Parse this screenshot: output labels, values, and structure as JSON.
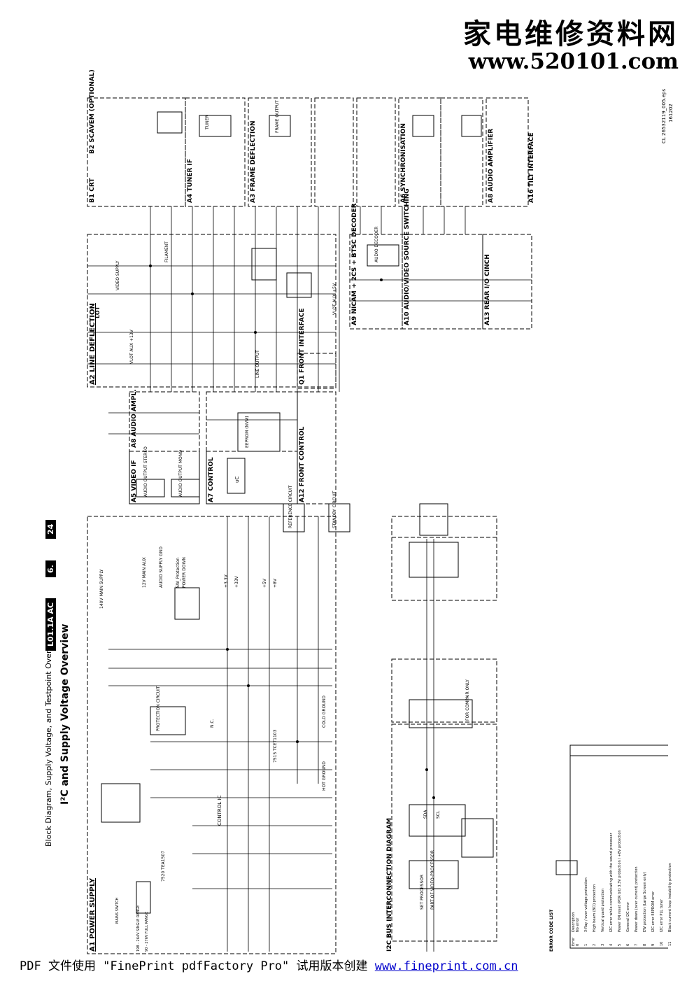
{
  "watermark": {
    "chinese": "家电维修资料网",
    "url": "www.520101.com"
  },
  "page": {
    "header_title": "Block Diagram, Supply Voltage, and Testpoint Overview",
    "chassis": "L01.1A AC",
    "section": "6.",
    "page_no": "24",
    "main_title": "I²C and Supply Voltage Overview",
    "doc_ref": "CL 26532119_005.eps",
    "doc_date": "161202"
  },
  "blocks": {
    "a1": "A1 POWER SUPPLY",
    "a2": "A2 LINE DEFLECTION",
    "a3": "A3 FRAME DEFLECTION",
    "a4": "A4 TUNER IF",
    "a5": "A5 VIDEO IF",
    "a6": "A6 SYNCHRONISATION",
    "a7": "A7 CONTROL",
    "a8": "A8 AUDIO AMPLIFIER",
    "a8b": "A8 AUDIO AMPL.",
    "a9": "A9 NICAM + 2CS + BTSC DECODER",
    "a10": "A10 AUDIO/VIDEO SOURCE SWITCHING",
    "a12": "A12 FRONT CONTROL",
    "a13": "A13 REAR I/O CINCH",
    "a16": "A16 TILT INTERFACE",
    "b1": "B1 CRT",
    "b2": "B2 SCAVEM (OPTIONAL)",
    "q1": "Q1 FRONT INTERFACE",
    "i2c": "I2C BUS INTERCONNECTION DIAGRAM"
  },
  "labels": {
    "main_supply": "140V MAIN SUPPLY",
    "main_aux": "12V MAIN AUX",
    "audio_supply": "AUDIO SUPPLY GND",
    "sw_protection": "SW_Protection",
    "power_down": "POWER DOWN",
    "protection_circuit": "PROTECTION CIRCUIT",
    "reference_circuit": "REFERENCE CIRCUIT",
    "standby_circuit": "STANDBY CIRCUIT",
    "control_ic": "CONTROL IC",
    "hot_ground": "HOT GROUND",
    "cold_ground": "COLD GROUND",
    "mains_switch": "MAINS SWITCH",
    "single_range": "198 - 264V SINGLE RANGE",
    "full_range": "90 - 276V FULL RANGE",
    "line_output": "LINE OUTPUT",
    "lot": "LOT",
    "video_supply": "VIDEO SUPPLY",
    "filament": "FILAMENT",
    "tuner": "TUNER",
    "frame_output": "FRAME OUTPUT",
    "audio_decoder": "AUDIO DECODER",
    "audio_output_stereo": "AUDIO OUTPUT STEREO",
    "audio_output_mono": "AUDIO OUTPUT MONO",
    "eeprom": "EEPROM (NVM)",
    "uc": "uC",
    "sda": "SDA",
    "scl": "SCL",
    "set_processor": "SET PROCESSOR",
    "video_processor": "PART OF VIDEO-PROCESSOR",
    "for_compair": "FOR COMPAIR ONLY",
    "plus5v": "+5V",
    "plus8v": "+8V",
    "plus3v3": "+3.3V",
    "plus33v": "+33V",
    "vlot_aux": "VLOT AUX +5V",
    "vlot_aux13": "VLOT AUX +13V",
    "nc": "N.C.",
    "t_ref": "7515 TCET1103",
    "ic7520": "7520 TEA1507"
  },
  "error_codes": {
    "title": "ERROR CODE LIST",
    "col_error": "Error",
    "col_desc": "Description",
    "rows": [
      [
        "0",
        "No error"
      ],
      [
        "1",
        "X-Ray / over voltage protection"
      ],
      [
        "2",
        "High beam (BCI) protection"
      ],
      [
        "3",
        "Vertical guard protection"
      ],
      [
        "4",
        "I2C error while communicating with the sound processor"
      ],
      [
        "5",
        "Power ON reset (POR bit) 3.3V protection / +8V protection"
      ],
      [
        "6",
        "General I2C error"
      ],
      [
        "7",
        "Power down (over current) protection"
      ],
      [
        "8",
        "EW protection (Large Screen only)"
      ],
      [
        "9",
        "I2C error EEPROM error"
      ],
      [
        "10",
        "I2C error PLL tuner"
      ],
      [
        "11",
        "Black current loop instability protection"
      ]
    ]
  },
  "footer": {
    "text": "PDF 文件使用 \"FinePrint pdfFactory Pro\" 试用版本创建",
    "link": "www.fineprint.com.cn"
  }
}
